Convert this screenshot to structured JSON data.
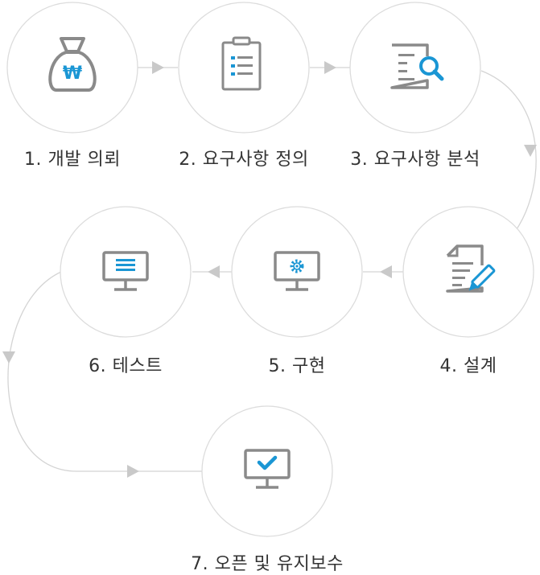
{
  "colors": {
    "accent": "#1a96d4",
    "icon_gray": "#8a8a8a",
    "circle_stroke": "#dcdcdc",
    "connector": "#d4d4d4",
    "arrow": "#c9c9c9",
    "label": "#333333"
  },
  "steps": [
    {
      "label": "1. 개발 의뢰",
      "icon": "money-bag-won-icon"
    },
    {
      "label": "2. 요구사항 정의",
      "icon": "clipboard-list-icon"
    },
    {
      "label": "3. 요구사항 분석",
      "icon": "document-search-icon"
    },
    {
      "label": "4. 설계",
      "icon": "document-pen-icon"
    },
    {
      "label": "5. 구현",
      "icon": "monitor-gear-icon"
    },
    {
      "label": "6. 테스트",
      "icon": "monitor-lines-icon"
    },
    {
      "label": "7. 오픈 및 유지보수",
      "icon": "monitor-check-icon"
    }
  ],
  "won_symbol": "₩"
}
